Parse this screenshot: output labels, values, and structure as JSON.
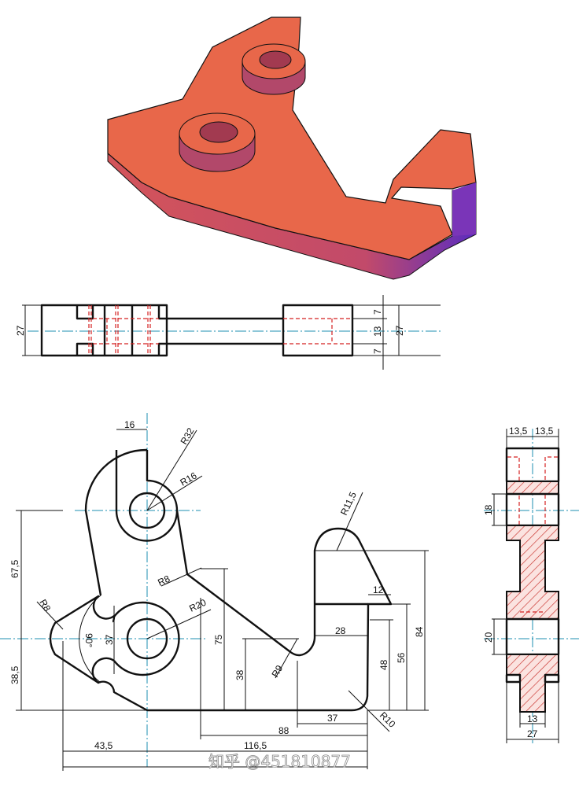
{
  "colors": {
    "face": "#e8674a",
    "side": "#c9505a",
    "shadow": "#6a2fb0",
    "center_line": "#1e8fb0",
    "hidden_line": "#d42020",
    "hatch": "#c8302a"
  },
  "top_view": {
    "dims": {
      "height_left": "27",
      "t1": "7",
      "t2": "13",
      "t3": "7",
      "height_right": "27"
    }
  },
  "front_view": {
    "dims": {
      "d16": "16",
      "r32": "R32",
      "r16": "R16",
      "r11_5": "R11,5",
      "d67_5": "67,5",
      "r8_upper": "R8",
      "r8_left": "R8",
      "r20": "R20",
      "angle90": "90°",
      "d37_v": "37",
      "d75": "75",
      "d38": "38",
      "r9": "R9",
      "d12": "12",
      "d28": "28",
      "d48": "48",
      "d56": "56",
      "d84": "84",
      "d38_5": "38,5",
      "r10": "R10",
      "d37_h": "37",
      "d88": "88",
      "d43_5": "43,5",
      "d116_5": "116,5"
    }
  },
  "side_view": {
    "dims": {
      "w_left": "13,5",
      "w_right": "13,5",
      "d18": "18",
      "d20": "20",
      "d13": "13",
      "d27": "27"
    }
  },
  "watermark": "知乎 @451810877"
}
